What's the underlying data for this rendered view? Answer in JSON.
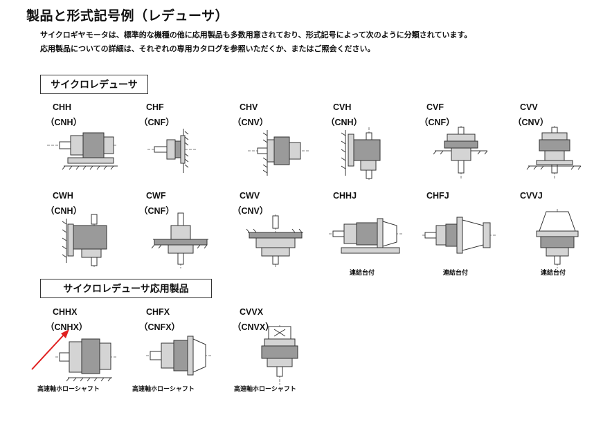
{
  "title": "製品と形式記号例（レデューサ）",
  "intro": [
    "サイクロギヤモータは、標準的な機種の他に応用製品も多数用意されており、形式記号によって次のように分類されています。",
    "応用製品についての詳細は、それぞれの専用カタログを参照いただくか、またはご照会ください。"
  ],
  "sections": [
    {
      "label": "サイクロレデューサ",
      "rows": [
        [
          {
            "model": "CHH",
            "sub": "（CNH）",
            "icon": "horizontal-foot-mount-icon"
          },
          {
            "model": "CHF",
            "sub": "（CNF）",
            "icon": "horizontal-flange-mount-icon"
          },
          {
            "model": "CHV",
            "sub": "（CNV）",
            "icon": "vertical-wall-flange-icon"
          },
          {
            "model": "CVH",
            "sub": "（CNH）",
            "icon": "vertical-wall-foot-icon"
          },
          {
            "model": "CVF",
            "sub": "（CNF）",
            "icon": "vertical-flange-mount-icon"
          },
          {
            "model": "CVV",
            "sub": "（CNV）",
            "icon": "vertical-foot-mount-icon"
          }
        ],
        [
          {
            "model": "CWH",
            "sub": "（CNH）",
            "icon": "wall-foot-mount-icon"
          },
          {
            "model": "CWF",
            "sub": "（CNF）",
            "icon": "wall-flange-mount-icon"
          },
          {
            "model": "CWV",
            "sub": "（CNV）",
            "icon": "inverted-vertical-icon"
          },
          {
            "model": "CHHJ",
            "sub": "",
            "caption": "連結台付",
            "icon": "horizontal-foot-with-base-icon"
          },
          {
            "model": "CHFJ",
            "sub": "",
            "caption": "連結台付",
            "icon": "horizontal-flange-with-base-icon"
          },
          {
            "model": "CVVJ",
            "sub": "",
            "caption": "連結台付",
            "icon": "vertical-with-base-icon"
          }
        ]
      ]
    },
    {
      "label": "サイクロレデューサ応用製品",
      "rows": [
        [
          {
            "model": "CHHX",
            "sub": "（CNHX）",
            "caption": "高速軸ホローシャフト",
            "icon": "hollow-shaft-foot-icon"
          },
          {
            "model": "CHFX",
            "sub": "（CNFX）",
            "caption": "高速軸ホローシャフト",
            "icon": "hollow-shaft-flange-icon"
          },
          {
            "model": "CVVX",
            "sub": "（CNVX）",
            "caption": "高速軸ホローシャフト",
            "icon": "hollow-shaft-vertical-icon"
          }
        ]
      ]
    }
  ],
  "annotation": {
    "icon": "red-arrow-icon",
    "color": "#e02020",
    "target": "CNHX"
  }
}
